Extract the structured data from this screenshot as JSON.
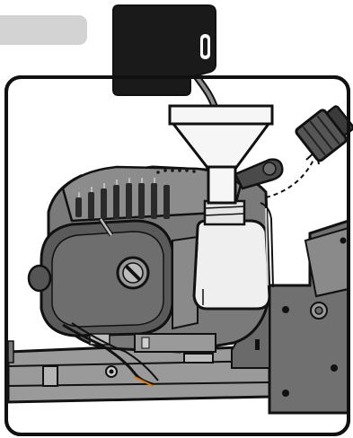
{
  "figure": {
    "description_label": "",
    "parts": [
      {
        "key": "fuel-can",
        "icon": "fuel-can-icon"
      },
      {
        "key": "fuel-hose",
        "icon": "hose-icon"
      },
      {
        "key": "funnel",
        "icon": "funnel-icon"
      },
      {
        "key": "tank-cap",
        "icon": "cap-icon"
      },
      {
        "key": "fuel-tank",
        "icon": "tank-icon"
      },
      {
        "key": "engine",
        "icon": "engine-icon"
      },
      {
        "key": "chassis",
        "icon": "chassis-icon"
      },
      {
        "key": "removal-arrow",
        "icon": "curved-arrow-icon"
      }
    ]
  },
  "colors": {
    "outline": "#111111",
    "label_tab": "#d3d3d3",
    "engine_dark": "#555555",
    "engine_mid": "#7a7a7a",
    "metal_light": "#bdbdbd",
    "tank": "#efefef",
    "funnel": "#f6f6f6",
    "can": "#1a1a1a"
  }
}
